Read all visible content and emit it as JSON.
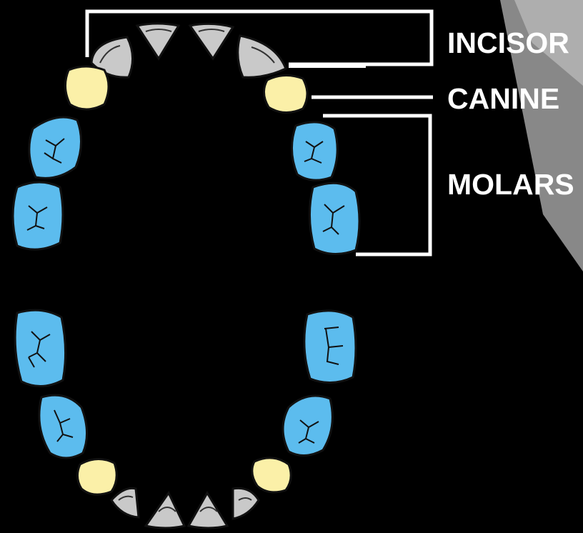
{
  "labels": {
    "incisor": "INCISOR",
    "canine": "CANINE",
    "molars": "MOLARS"
  },
  "colors": {
    "background": "#000000",
    "incisor": "#c9c9c9",
    "canine": "#fbf0a8",
    "molar": "#5cbcee",
    "outline": "#0a0a0a",
    "bracket": "#ffffff",
    "overlay": "#9a9a9a"
  }
}
